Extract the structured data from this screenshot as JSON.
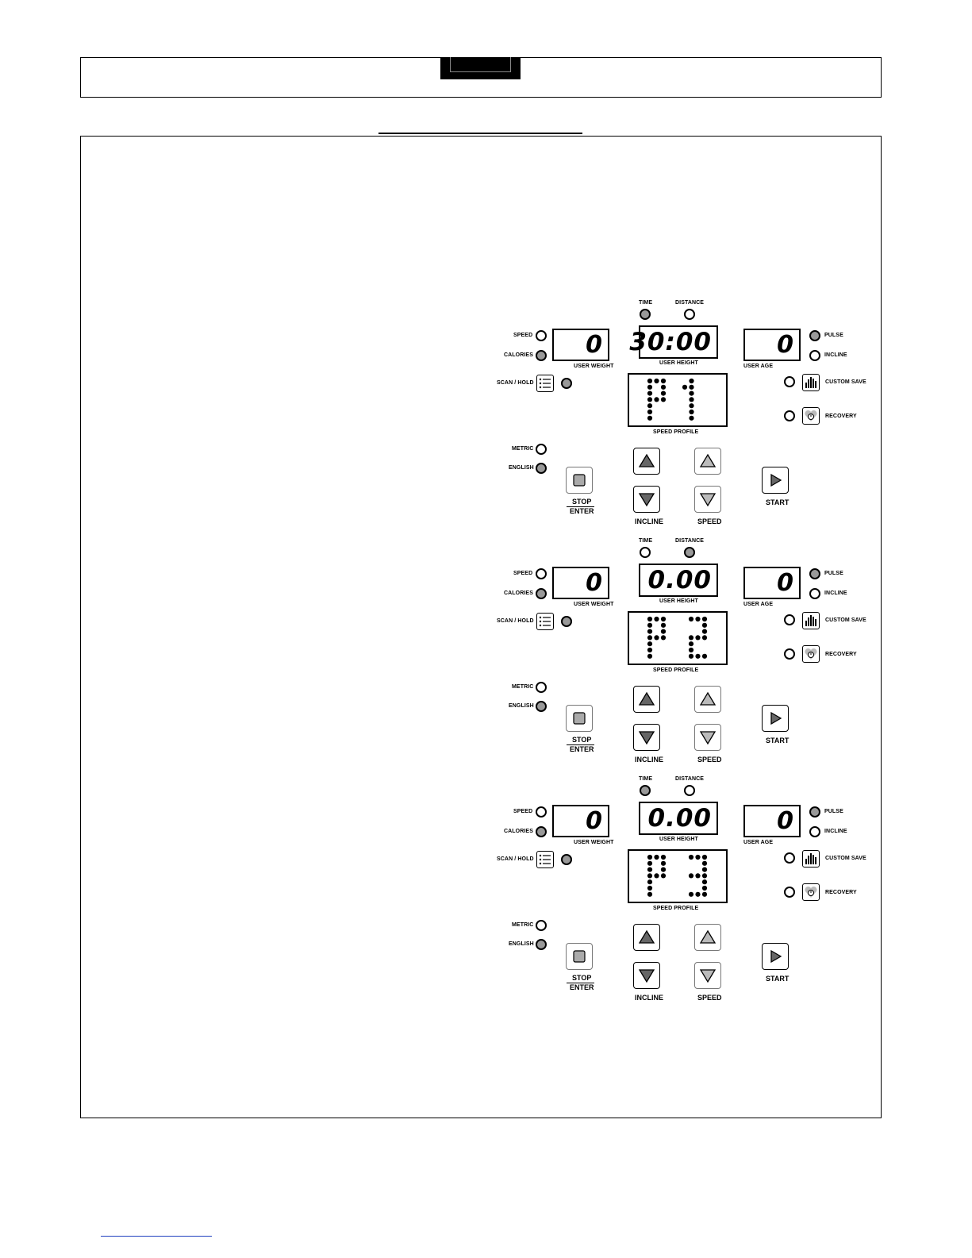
{
  "panels": [
    {
      "top_indicators": {
        "time": "TIME",
        "distance": "DISTANCE"
      },
      "led_states": {
        "time": true,
        "distance": false,
        "speed": false,
        "calories": true,
        "scan": true,
        "pulse": true,
        "incline": false,
        "custom": false,
        "recovery": false,
        "metric": false,
        "english": true
      },
      "labels": {
        "speed": "SPEED",
        "calories": "CALORIES",
        "scan_hold": "SCAN / HOLD",
        "metric": "METRIC",
        "english": "ENGLISH",
        "pulse": "PULSE",
        "incline": "INCLINE",
        "custom_save": "CUSTOM SAVE",
        "recovery": "RECOVERY",
        "user_weight": "USER WEIGHT",
        "user_height": "USER HEIGHT",
        "user_age": "USER AGE",
        "speed_profile": "SPEED PROFILE",
        "stop": "STOP",
        "enter": "ENTER",
        "incline_btn": "INCLINE",
        "speed_btn": "SPEED",
        "start": "START"
      },
      "displays": {
        "left": "0",
        "center": "30:00",
        "right": "0"
      },
      "profile_text": "P1"
    },
    {
      "top_indicators": {
        "time": "TIME",
        "distance": "DISTANCE"
      },
      "led_states": {
        "time": false,
        "distance": true,
        "speed": false,
        "calories": true,
        "scan": true,
        "pulse": true,
        "incline": false,
        "custom": false,
        "recovery": false,
        "metric": false,
        "english": true
      },
      "labels": {
        "speed": "SPEED",
        "calories": "CALORIES",
        "scan_hold": "SCAN / HOLD",
        "metric": "METRIC",
        "english": "ENGLISH",
        "pulse": "PULSE",
        "incline": "INCLINE",
        "custom_save": "CUSTOM SAVE",
        "recovery": "RECOVERY",
        "user_weight": "USER WEIGHT",
        "user_height": "USER HEIGHT",
        "user_age": "USER AGE",
        "speed_profile": "SPEED PROFILE",
        "stop": "STOP",
        "enter": "ENTER",
        "incline_btn": "INCLINE",
        "speed_btn": "SPEED",
        "start": "START"
      },
      "displays": {
        "left": "0",
        "center": "0.00",
        "right": "0"
      },
      "profile_text": "P2"
    },
    {
      "top_indicators": {
        "time": "TIME",
        "distance": "DISTANCE"
      },
      "led_states": {
        "time": true,
        "distance": false,
        "speed": false,
        "calories": true,
        "scan": true,
        "pulse": true,
        "incline": false,
        "custom": false,
        "recovery": false,
        "metric": false,
        "english": true
      },
      "labels": {
        "speed": "SPEED",
        "calories": "CALORIES",
        "scan_hold": "SCAN / HOLD",
        "metric": "METRIC",
        "english": "ENGLISH",
        "pulse": "PULSE",
        "incline": "INCLINE",
        "custom_save": "CUSTOM SAVE",
        "recovery": "RECOVERY",
        "user_weight": "USER WEIGHT",
        "user_height": "USER HEIGHT",
        "user_age": "USER AGE",
        "speed_profile": "SPEED PROFILE",
        "stop": "STOP",
        "enter": "ENTER",
        "incline_btn": "INCLINE",
        "speed_btn": "SPEED",
        "start": "START"
      },
      "displays": {
        "left": "0",
        "center": "0.00",
        "right": "0"
      },
      "profile_text": "P3"
    }
  ],
  "colors": {
    "led_on": "#999999",
    "button_arrow_dark": "#666666",
    "button_arrow_light": "#bbbbbb",
    "footer_link": "#1f3fbf"
  }
}
